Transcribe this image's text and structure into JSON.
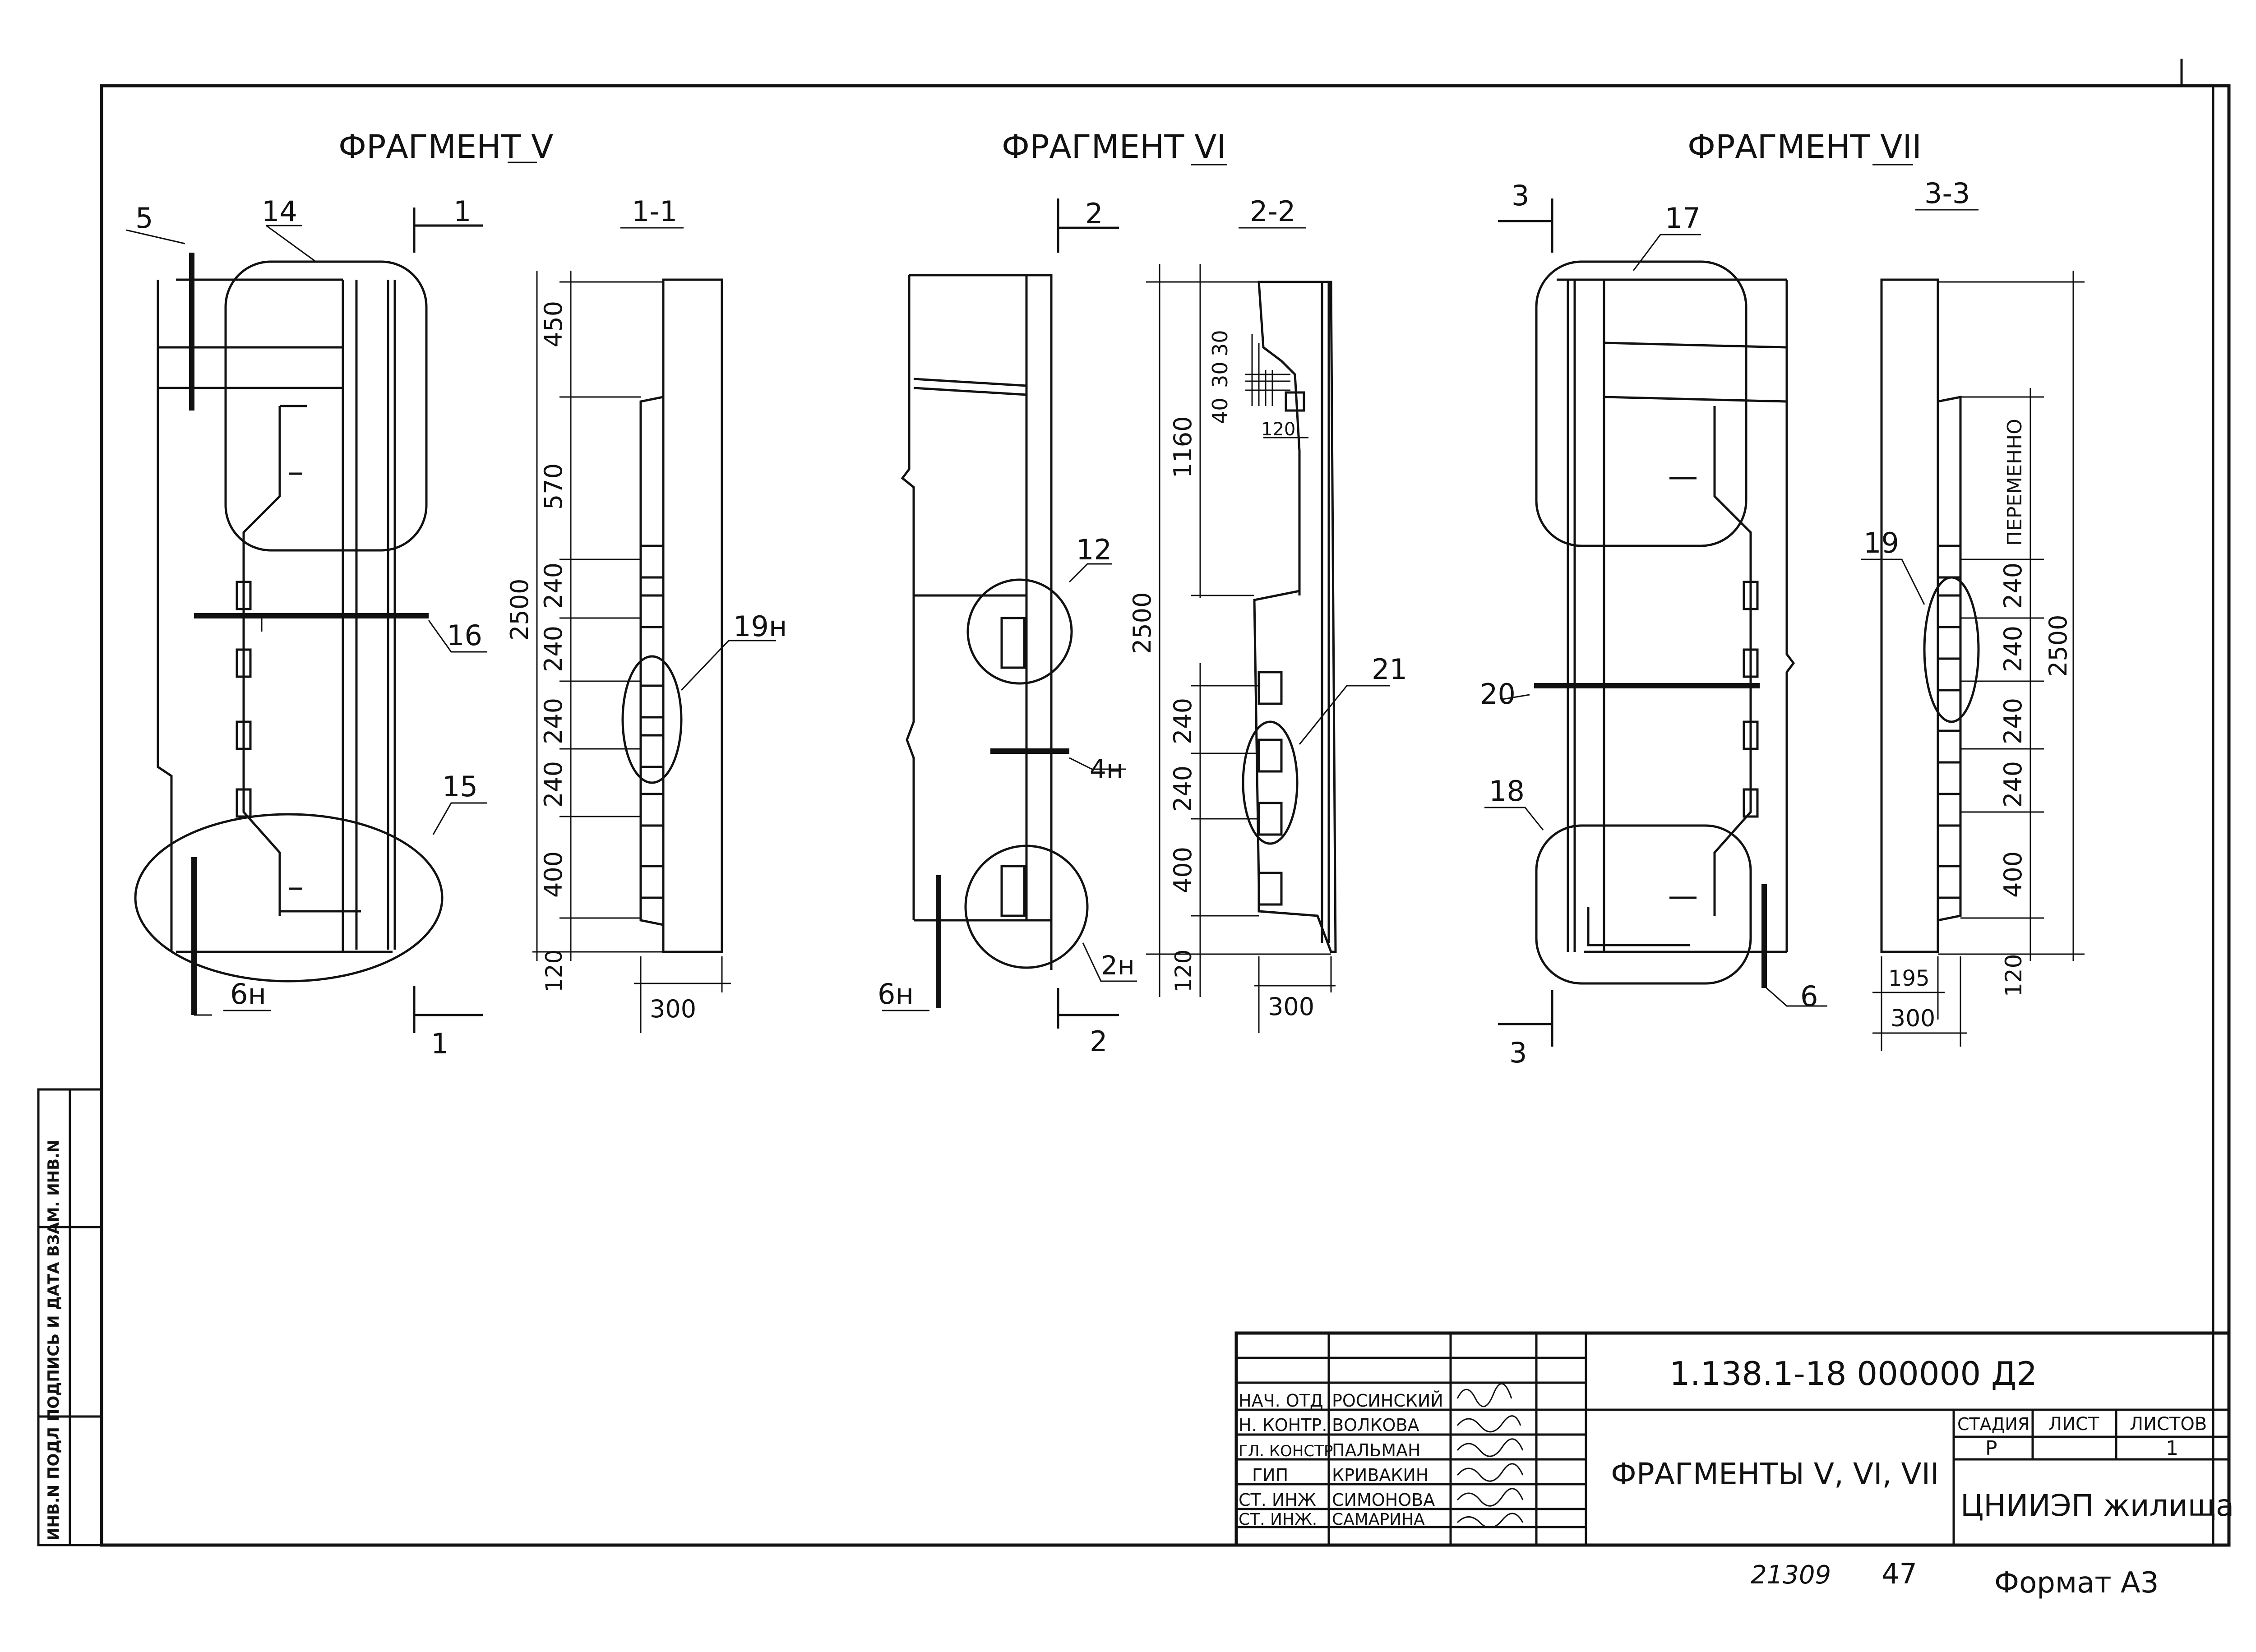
{
  "titles": {
    "frag5": "ФРАГМЕНТ V",
    "frag6": "ФРАГМЕНТ VI",
    "frag7": "ФРАГМЕНТ VII",
    "sec11": "1-1",
    "sec22": "2-2",
    "sec33": "3-3"
  },
  "callouts": {
    "c5": "5",
    "c14": "14",
    "c1a": "1",
    "c1b": "1",
    "c16": "16",
    "c15": "15",
    "c6h_a": "6н",
    "c19h": "19н",
    "c2a": "2",
    "c2b": "2",
    "c12": "12",
    "c4h": "4н",
    "c2h": "2н",
    "c6h_b": "6н",
    "c21": "21",
    "c3a": "3",
    "c3b": "3",
    "c17": "17",
    "c19": "19",
    "c20": "20",
    "c18": "18",
    "c6": "6"
  },
  "dims11": {
    "d450": "450",
    "d570": "570",
    "d240a": "240",
    "d240b": "240",
    "d240c": "240",
    "d240d": "240",
    "d400": "400",
    "d120": "120",
    "d2500": "2500",
    "d300": "300"
  },
  "dims22": {
    "d30a": "30",
    "d30b": "30",
    "d40": "40",
    "d120h": "120",
    "d1160": "1160",
    "d2500": "2500",
    "d240a": "240",
    "d240b": "240",
    "d400": "400",
    "d120": "120",
    "d300": "300"
  },
  "dims33": {
    "variable": "ПЕРЕМЕННО",
    "d240a": "240",
    "d240b": "240",
    "d240c": "240",
    "d240d": "240",
    "d400": "400",
    "d120": "120",
    "d2500": "2500",
    "d195": "195",
    "d300": "300"
  },
  "stamp": {
    "doc_code": "1.138.1-18 000000 Д2",
    "sheet_title": "ФРАГМЕНТЫ V, VI, VII",
    "stage_head": "СТАДИЯ",
    "sheet_head": "ЛИСТ",
    "sheets_head": "ЛИСТОВ",
    "stage": "Р",
    "sheets_total": "1",
    "org": "ЦНИИЭП жилища",
    "staff": [
      {
        "role": "НАЧ. ОТД",
        "name": "РОСИНСКИЙ"
      },
      {
        "role": "Н. КОНТР.",
        "name": "ВОЛКОВА"
      },
      {
        "role": "ГЛ. КОНСТР",
        "name": "ПАЛЬМАН"
      },
      {
        "role": "ГИП",
        "name": "КРИВАКИН"
      },
      {
        "role": "СТ. ИНЖ",
        "name": "СИМОНОВА"
      },
      {
        "role": "СТ. ИНЖ.",
        "name": "САМАРИНА"
      }
    ]
  },
  "side_stamp": "ИНВ.N ПОДЛ   ПОДПИСЬ И ДАТА   ВЗАМ. ИНВ.N",
  "footer": {
    "inv": "21309",
    "page": "47",
    "format": "Формат А3"
  }
}
